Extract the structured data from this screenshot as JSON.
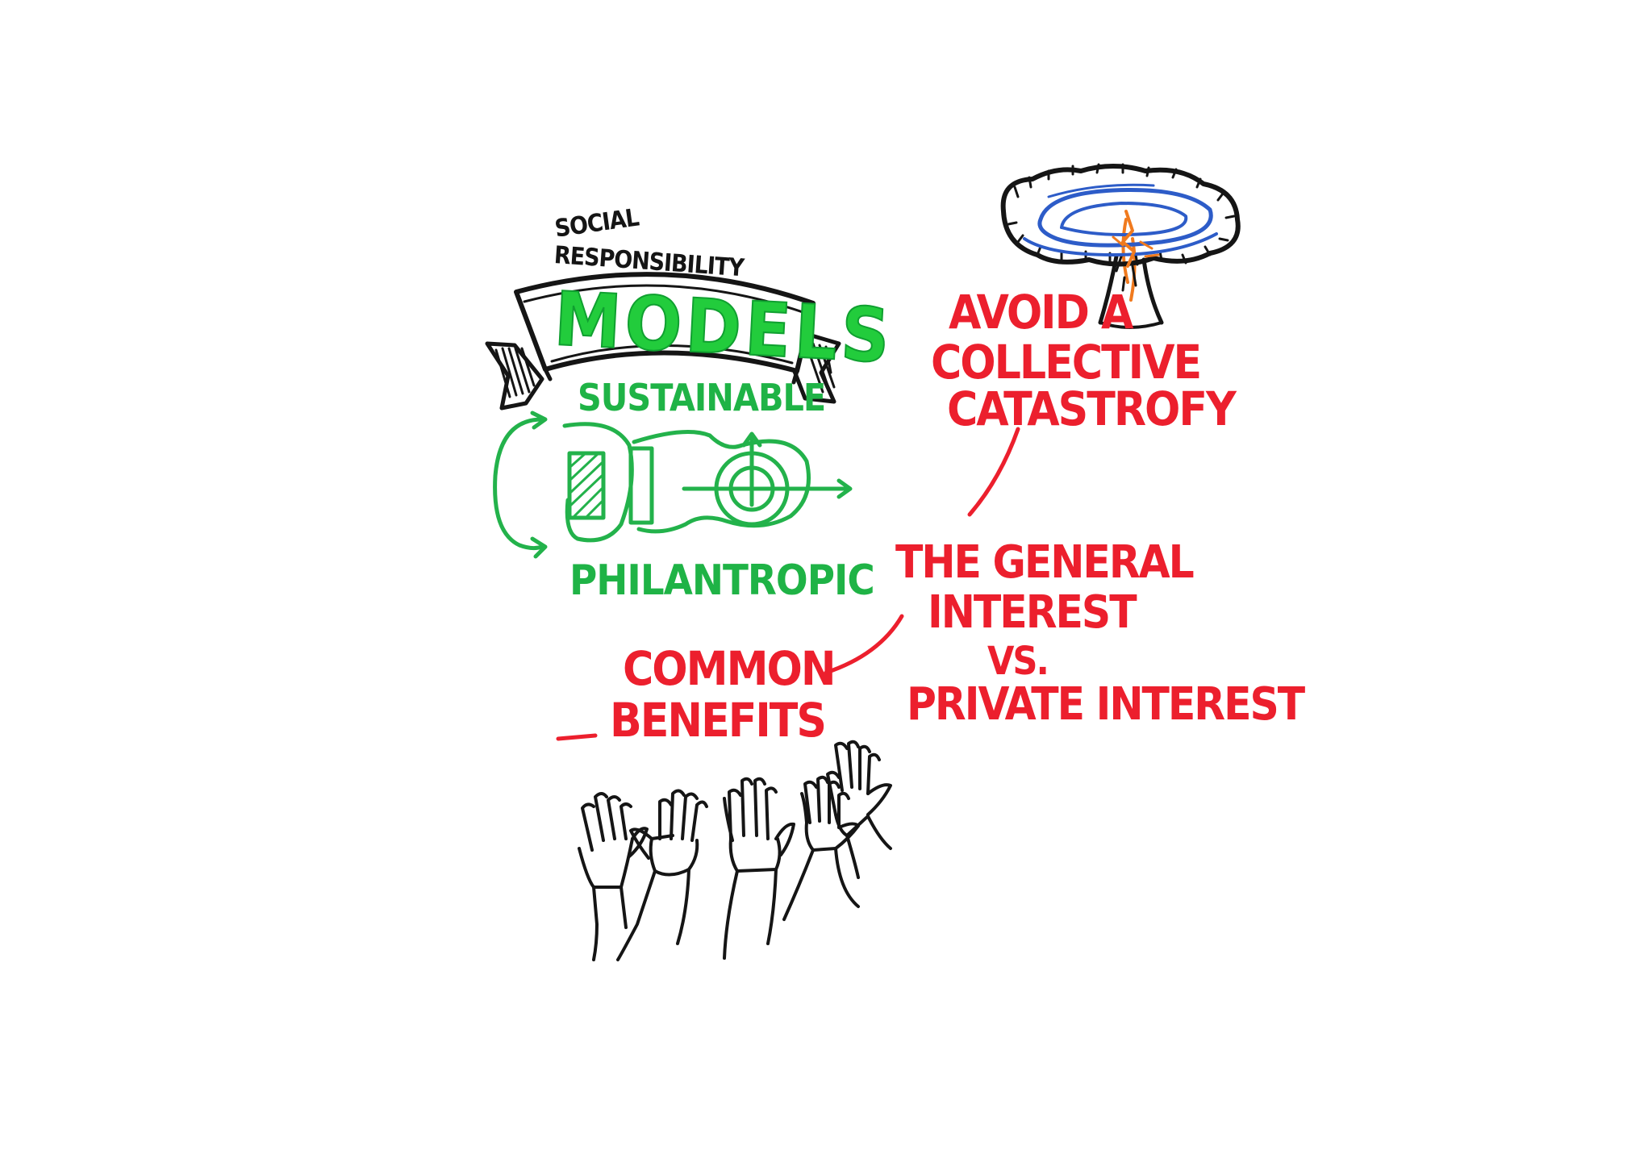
{
  "models_section": {
    "subtitle_line1": "SOCIAL",
    "subtitle_line2": "RESPONSIBILITY",
    "banner_title": "MODELS",
    "top_label": "SUSTAINABLE",
    "bottom_label": "PHILANTROPIC"
  },
  "catastrophe_section": {
    "line1": "AVOID A",
    "line2": "COLLECTIVE",
    "line3": "CATASTROFY"
  },
  "interest_section": {
    "line1": "THE GENERAL",
    "line2": "INTEREST",
    "versus": "VS.",
    "line3": "PRIVATE INTEREST"
  },
  "benefits_section": {
    "line1": "COMMON",
    "line2": "BENEFITS"
  },
  "icons": {
    "banner": "ribbon-banner-icon",
    "cycle": "cycle-arrows-icon",
    "growth": "growth-diagram-icon",
    "cloud": "mushroom-cloud-icon",
    "hands": "raised-hands-icon"
  },
  "colors": {
    "ink_black": "#151515",
    "ink_green": "#1fb346",
    "ink_bright_green": "#22cc3c",
    "ink_red": "#ec1f2d",
    "ink_blue": "#2d5cc8",
    "ink_orange": "#f07a1e"
  }
}
